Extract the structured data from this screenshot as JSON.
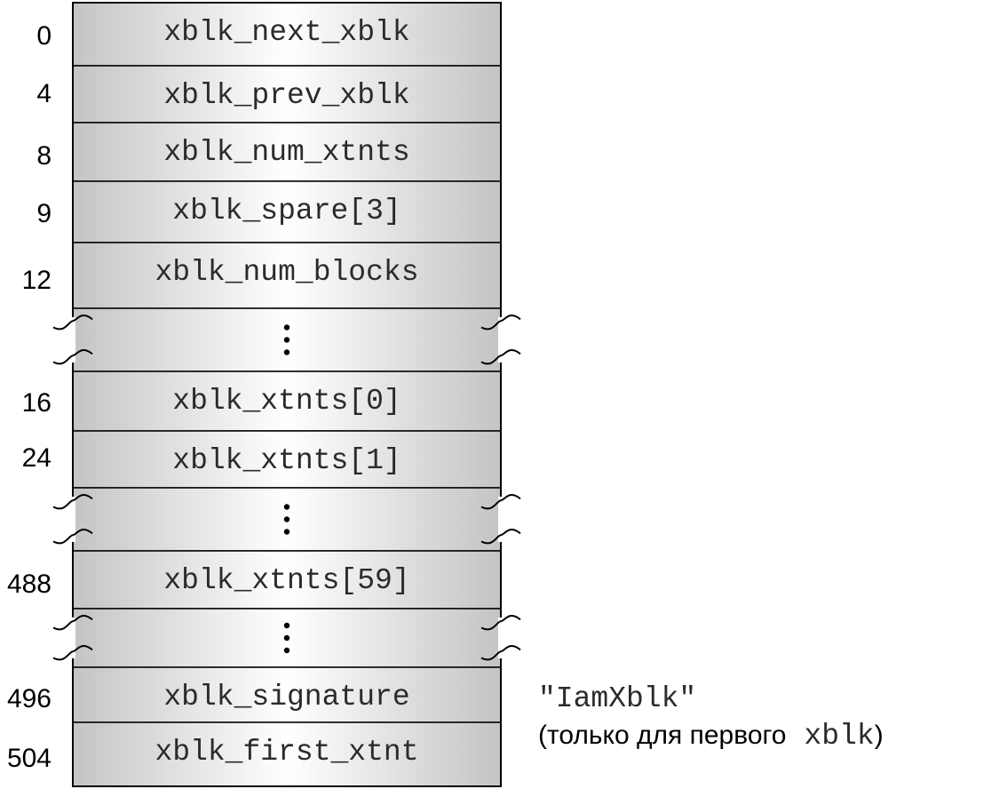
{
  "rows": [
    {
      "kind": "field",
      "offset": "0",
      "label": "xblk_next_xblk"
    },
    {
      "kind": "field",
      "offset": "4",
      "label": "xblk_prev_xblk"
    },
    {
      "kind": "field",
      "offset": "8",
      "label": "xblk_num_xtnts"
    },
    {
      "kind": "field",
      "offset": "9",
      "label": "xblk_spare[3]"
    },
    {
      "kind": "field",
      "offset": "12",
      "label": "xblk_num_blocks"
    },
    {
      "kind": "gap"
    },
    {
      "kind": "field",
      "offset": "16",
      "label": "xblk_xtnts[0]"
    },
    {
      "kind": "field",
      "offset": "24",
      "label": "xblk_xtnts[1]"
    },
    {
      "kind": "gap"
    },
    {
      "kind": "field",
      "offset": "488",
      "label": "xblk_xtnts[59]"
    },
    {
      "kind": "gap"
    },
    {
      "kind": "field",
      "offset": "496",
      "label": "xblk_signature"
    },
    {
      "kind": "field",
      "offset": "504",
      "label": "xblk_first_xtnt"
    }
  ],
  "note": {
    "signature_value": "\"IamXblk\"",
    "condition_prefix": "(только для первого",
    "condition_code": "xblk",
    "condition_suffix": ")"
  },
  "colors": {
    "outline": "#000000",
    "cell_edge": "#c8c8c8",
    "cell_center": "#ffffff",
    "break_stroke": "#000000"
  }
}
